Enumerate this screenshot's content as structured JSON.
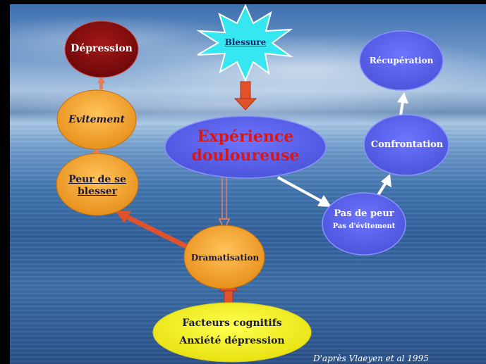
{
  "nodes": {
    "blessure": "Blessure",
    "experience_line1": "Expérience",
    "experience_line2": "douloureuse",
    "dramatisation": "Dramatisation",
    "peur_line1": "Peur de se",
    "peur_line2": "blesser",
    "evitement": "Evitement",
    "depression": "Dépression",
    "facteurs_line1": "Facteurs cognitifs",
    "facteurs_line2": "Anxiété dépression",
    "pas_de_peur": "Pas de peur",
    "pas_evitement": "Pas d'évitement",
    "confrontation": "Confrontation",
    "recuperation": "Récupération"
  },
  "credit": "D'après Vlaeyen et al 1995",
  "colors": {
    "orange": "#f0a030",
    "blue_node": "#5b63e6",
    "dark_red": "#8a1010",
    "yellow": "#f3f01a",
    "star": "#36e6f0",
    "arrow_red": "#e0532a"
  }
}
